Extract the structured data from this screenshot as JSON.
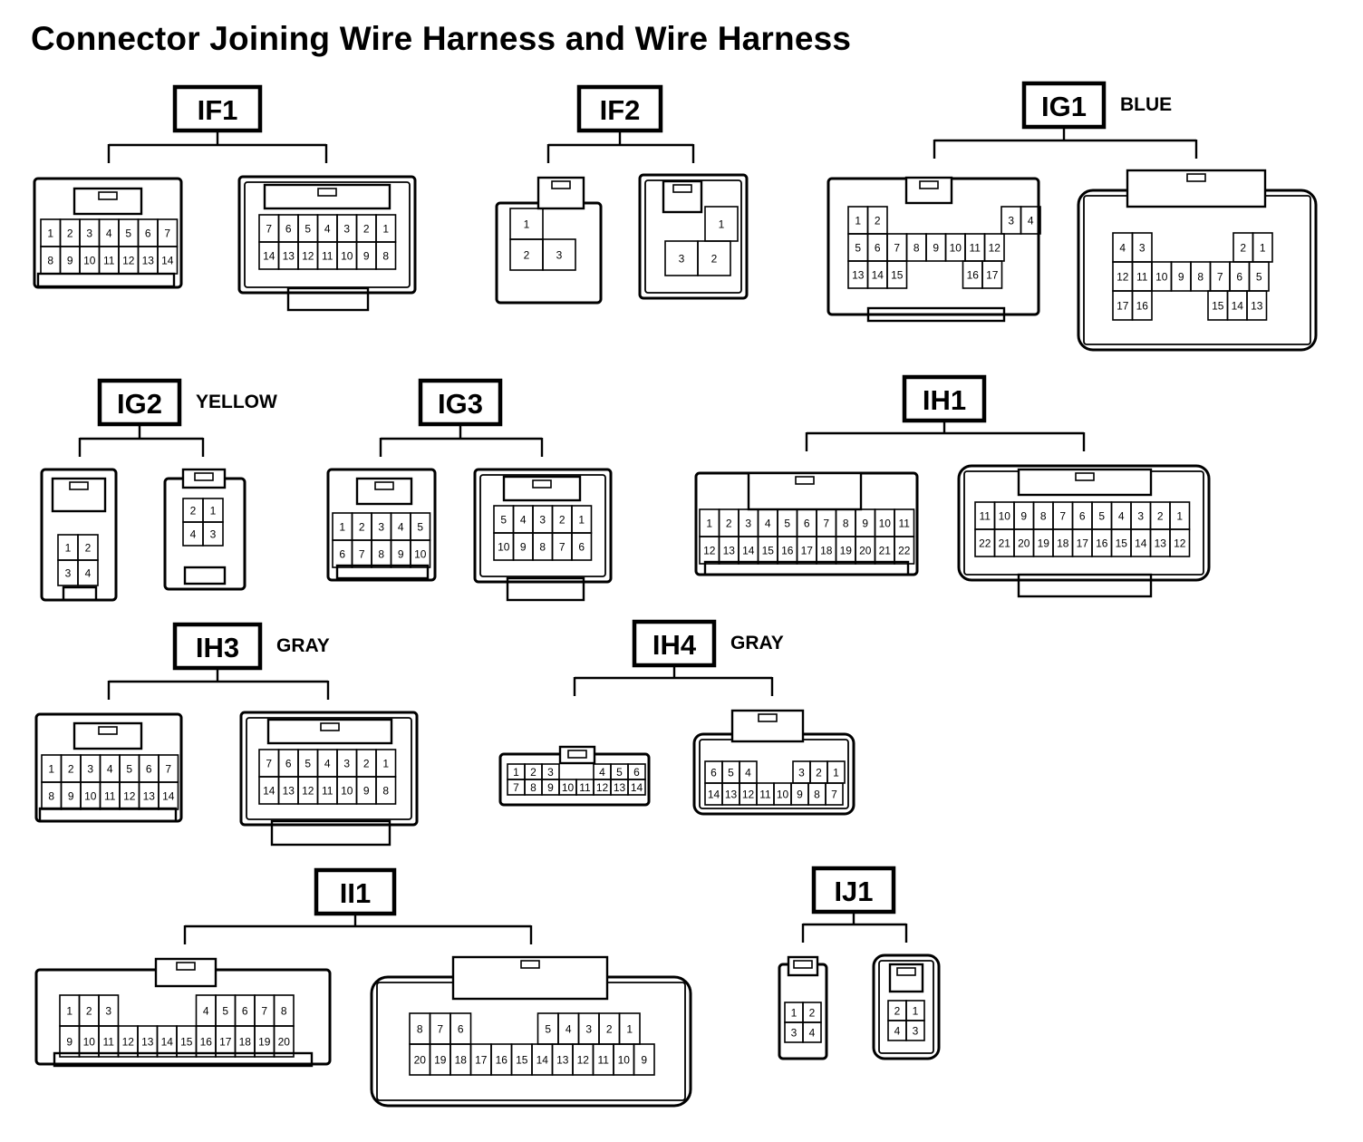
{
  "title": "Connector Joining Wire Harness and Wire Harness",
  "connectors": {
    "IF1": {
      "label": "IF1",
      "color": "",
      "female": [
        [
          "1",
          "2",
          "3",
          "4",
          "5",
          "6",
          "7"
        ],
        [
          "8",
          "9",
          "10",
          "11",
          "12",
          "13",
          "14"
        ]
      ],
      "male": [
        [
          "7",
          "6",
          "5",
          "4",
          "3",
          "2",
          "1"
        ],
        [
          "14",
          "13",
          "12",
          "11",
          "10",
          "9",
          "8"
        ]
      ]
    },
    "IF2": {
      "label": "IF2",
      "color": "",
      "female": [
        [
          "1"
        ],
        [
          "2",
          "3"
        ]
      ],
      "male": [
        [
          "1"
        ],
        [
          "3",
          "2"
        ]
      ]
    },
    "IG1": {
      "label": "IG1",
      "color": "BLUE",
      "female": [
        [
          "1",
          "2",
          "3",
          "4"
        ],
        [
          "5",
          "6",
          "7",
          "8",
          "9",
          "10",
          "11",
          "12"
        ],
        [
          "13",
          "14",
          "15",
          "16",
          "17"
        ]
      ],
      "male": [
        [
          "4",
          "3",
          "2",
          "1"
        ],
        [
          "12",
          "11",
          "10",
          "9",
          "8",
          "7",
          "6",
          "5"
        ],
        [
          "17",
          "16",
          "15",
          "14",
          "13"
        ]
      ]
    },
    "IG2": {
      "label": "IG2",
      "color": "YELLOW",
      "female": [
        [
          "1",
          "2"
        ],
        [
          "3",
          "4"
        ]
      ],
      "male": [
        [
          "2",
          "1"
        ],
        [
          "4",
          "3"
        ]
      ]
    },
    "IG3": {
      "label": "IG3",
      "color": "",
      "female": [
        [
          "1",
          "2",
          "3",
          "4",
          "5"
        ],
        [
          "6",
          "7",
          "8",
          "9",
          "10"
        ]
      ],
      "male": [
        [
          "5",
          "4",
          "3",
          "2",
          "1"
        ],
        [
          "10",
          "9",
          "8",
          "7",
          "6"
        ]
      ]
    },
    "IH1": {
      "label": "IH1",
      "color": "",
      "female": [
        [
          "1",
          "2",
          "3",
          "4",
          "5",
          "6",
          "7",
          "8",
          "9",
          "10",
          "11"
        ],
        [
          "12",
          "13",
          "14",
          "15",
          "16",
          "17",
          "18",
          "19",
          "20",
          "21",
          "22"
        ]
      ],
      "male": [
        [
          "11",
          "10",
          "9",
          "8",
          "7",
          "6",
          "5",
          "4",
          "3",
          "2",
          "1"
        ],
        [
          "22",
          "21",
          "20",
          "19",
          "18",
          "17",
          "16",
          "15",
          "14",
          "13",
          "12"
        ]
      ]
    },
    "IH3": {
      "label": "IH3",
      "color": "GRAY",
      "female": [
        [
          "1",
          "2",
          "3",
          "4",
          "5",
          "6",
          "7"
        ],
        [
          "8",
          "9",
          "10",
          "11",
          "12",
          "13",
          "14"
        ]
      ],
      "male": [
        [
          "7",
          "6",
          "5",
          "4",
          "3",
          "2",
          "1"
        ],
        [
          "14",
          "13",
          "12",
          "11",
          "10",
          "9",
          "8"
        ]
      ]
    },
    "IH4": {
      "label": "IH4",
      "color": "GRAY",
      "female": [
        [
          "1",
          "2",
          "3",
          "4",
          "5",
          "6"
        ],
        [
          "7",
          "8",
          "9",
          "10",
          "11",
          "12",
          "13",
          "14"
        ]
      ],
      "male": [
        [
          "6",
          "5",
          "4",
          "3",
          "2",
          "1"
        ],
        [
          "14",
          "13",
          "12",
          "11",
          "10",
          "9",
          "8",
          "7"
        ]
      ]
    },
    "II1": {
      "label": "II1",
      "color": "",
      "female": [
        [
          "1",
          "2",
          "3",
          "4",
          "5",
          "6",
          "7",
          "8"
        ],
        [
          "9",
          "10",
          "11",
          "12",
          "13",
          "14",
          "15",
          "16",
          "17",
          "18",
          "19",
          "20"
        ]
      ],
      "male": [
        [
          "8",
          "7",
          "6",
          "5",
          "4",
          "3",
          "2",
          "1"
        ],
        [
          "20",
          "19",
          "18",
          "17",
          "16",
          "15",
          "14",
          "13",
          "12",
          "11",
          "10",
          "9"
        ]
      ]
    },
    "IJ1": {
      "label": "IJ1",
      "color": "",
      "female": [
        [
          "1",
          "2"
        ],
        [
          "3",
          "4"
        ]
      ],
      "male": [
        [
          "2",
          "1"
        ],
        [
          "4",
          "3"
        ]
      ]
    }
  }
}
